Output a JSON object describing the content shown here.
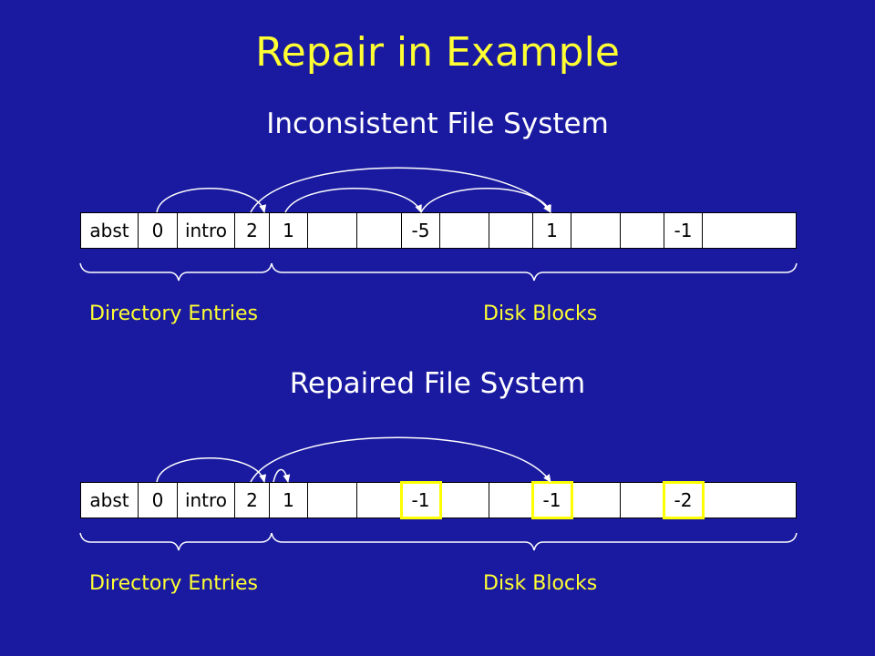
{
  "title": "Repair in Example",
  "colors": {
    "background": "#1a1aa0",
    "title": "#ffff33",
    "highlight": "#ffff00"
  },
  "sections": [
    {
      "heading": "Inconsistent File System",
      "entries": [
        "abst",
        "0",
        "intro",
        "2",
        "1",
        "",
        "",
        "-5",
        "",
        "",
        "1",
        "",
        "",
        "-1",
        ""
      ],
      "highlighted": [],
      "labels": {
        "directory": "Directory Entries",
        "disk": "Disk Blocks"
      }
    },
    {
      "heading": "Repaired File System",
      "entries": [
        "abst",
        "0",
        "intro",
        "2",
        "1",
        "",
        "",
        "-1",
        "",
        "",
        "-1",
        "",
        "",
        "-2",
        ""
      ],
      "highlighted": [
        7,
        10,
        13
      ],
      "labels": {
        "directory": "Directory Entries",
        "disk": "Disk Blocks"
      }
    }
  ]
}
